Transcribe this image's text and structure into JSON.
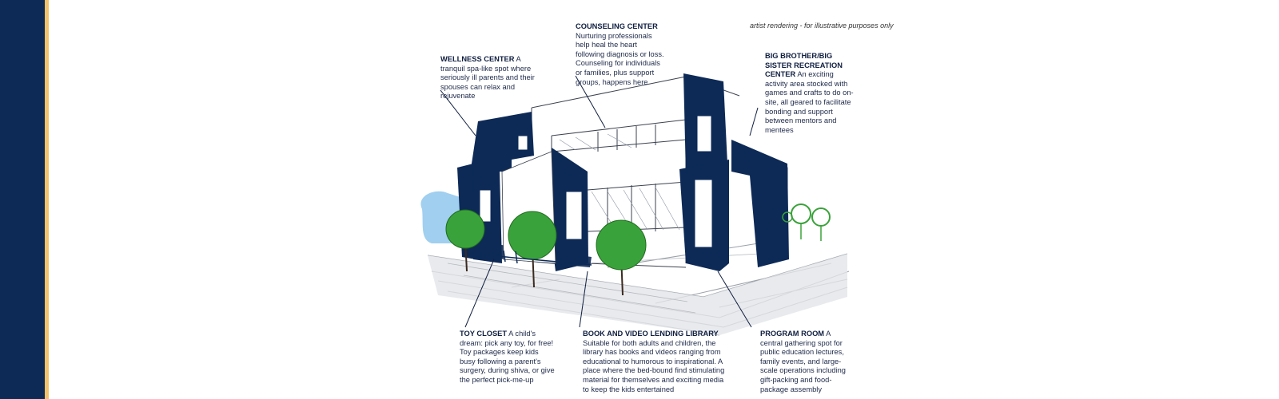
{
  "note": "artist rendering - for illustrative purposes only",
  "colors": {
    "navy": "#0d2a57",
    "gold": "#f2c36b",
    "tree_green": "#3aa23a",
    "sky_blue": "#8fc7ec"
  },
  "callouts": {
    "wellness": {
      "title": "WELLNESS CENTER",
      "text": "A tranquil spa-like spot where seriously ill parents and their spouses can relax and rejuvenate"
    },
    "counseling": {
      "title": "COUNSELING CENTER",
      "text": "Nurturing professionals help heal the heart following diagnosis or loss. Counseling for individuals or families, plus support groups, happens here"
    },
    "bigbrother": {
      "title": "BIG BROTHER/BIG SISTER RECREATION CENTER",
      "text": "An exciting activity area stocked with games and crafts to do on-site, all geared to facilitate bonding and support between mentors and mentees"
    },
    "toycloset": {
      "title": "TOY CLOSET",
      "text": "A child's dream: pick any toy, for free! Toy packages keep kids busy following a parent's surgery, during shiva, or give the perfect pick-me-up"
    },
    "library": {
      "title": "BOOK AND VIDEO LENDING LIBRARY",
      "text": "Suitable for both adults and children, the library has books and videos ranging from educational to humorous to inspirational. A place where the bed-bound find stimulating material for themselves and exciting media to keep the kids entertained"
    },
    "program": {
      "title": "PROGRAM ROOM",
      "text": "A central gathering spot for public education lectures, family events, and large-scale operations including gift-packing and food-package assembly"
    }
  }
}
